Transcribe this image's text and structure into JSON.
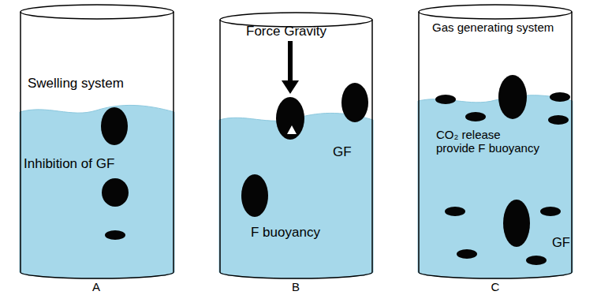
{
  "diagram": {
    "nodes": [
      {
        "text": [
          "Swelling system",
          "Inhibition of GF"
        ]
      },
      {
        "text": [
          "Force Gravity",
          "GF",
          "F buoyancy"
        ]
      },
      {
        "text": [
          "Gas generating system",
          "CO₂ release provide F buoyancy",
          "GF"
        ]
      }
    ],
    "labels": [
      "A",
      "B",
      "C"
    ]
  }
}
